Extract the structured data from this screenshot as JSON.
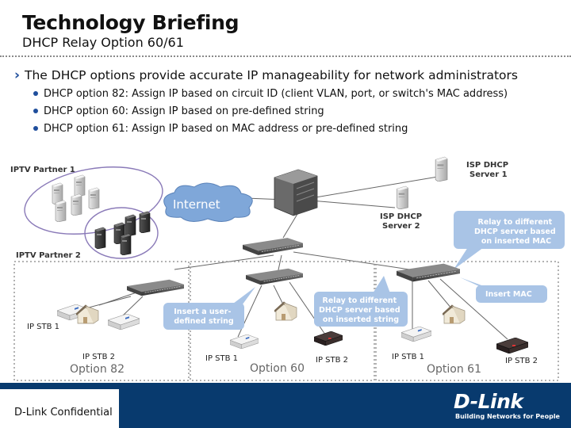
{
  "header": {
    "title": "Technology Briefing",
    "subtitle": "DHCP Relay Option 60/61"
  },
  "content": {
    "main_point": "The DHCP options provide accurate IP manageability for network administrators",
    "bullets": [
      "DHCP option 82: Assign IP based on circuit ID (client VLAN, port, or switch's MAC address)",
      "DHCP option 60: Assign IP based on pre-defined string",
      "DHCP option 61: Assign IP based on MAC address or pre-defined string"
    ]
  },
  "diagram": {
    "iptv_partner_1": "IPTV Partner 1",
    "iptv_partner_2": "IPTV Partner 2",
    "internet": "Internet",
    "isp_dhcp_server_1": [
      "ISP DHCP",
      "Server 1"
    ],
    "isp_dhcp_server_2": [
      "ISP DHCP",
      "Server 2"
    ],
    "callout_relay_top": [
      "Relay to different",
      "DHCP server based",
      "on inserted MAC"
    ],
    "callout_user_string": [
      "Insert a user-",
      "defined string"
    ],
    "callout_relay_mid": [
      "Relay to different",
      "DHCP server based",
      "on inserted string"
    ],
    "callout_insert_mac": "Insert MAC",
    "ip_stb_1_left": "IP STB 1",
    "ip_stb_2_left": "IP STB 2",
    "option_82": "Option 82",
    "ip_stb_1_mid": "IP STB 1",
    "option_60": "Option 60",
    "ip_stb_2_mid": "IP STB 2",
    "ip_stb_1_right": "IP STB 1",
    "option_61": "Option 61",
    "ip_stb_2_right": "IP STB 2"
  },
  "footer": {
    "confidential": "D-Link Confidential",
    "logo": "D-Link",
    "tagline": "Building Networks for People"
  },
  "colors": {
    "accent": "#1f4e9c",
    "callout": "#a9c4e6",
    "footer": "#083a6e",
    "internet_cloud": "#7fa7d9"
  }
}
